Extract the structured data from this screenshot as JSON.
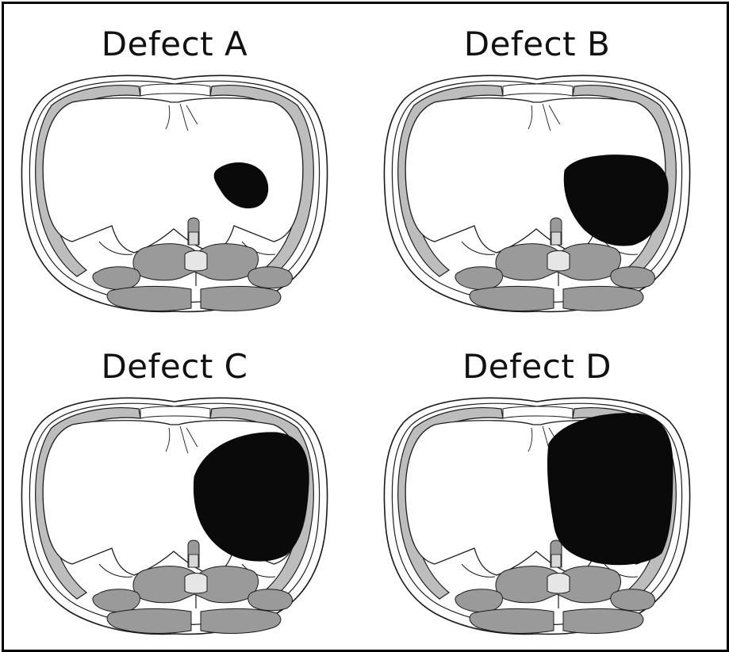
{
  "figure": {
    "panels": [
      {
        "title": "Defect A",
        "defect": "A"
      },
      {
        "title": "Defect B",
        "defect": "B"
      },
      {
        "title": "Defect C",
        "defect": "C"
      },
      {
        "title": "Defect D",
        "defect": "D"
      }
    ]
  },
  "colors": {
    "outline": "#1a1a1a",
    "rib": "#bdbdbd",
    "muscle": "#9a9a9a",
    "defect": "#0a0a0a",
    "background": "#ffffff"
  }
}
